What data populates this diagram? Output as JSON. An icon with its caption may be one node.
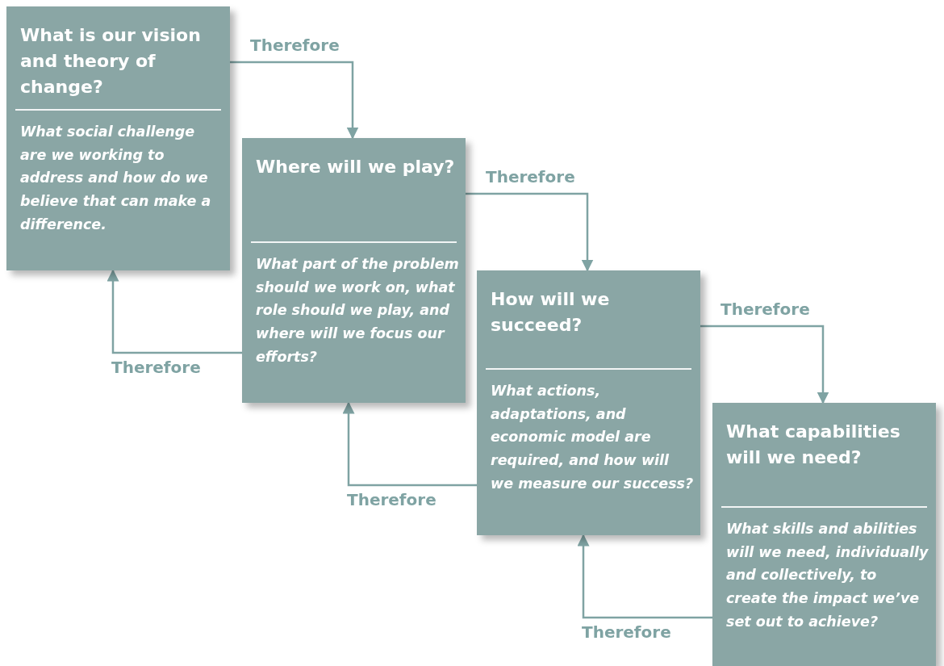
{
  "diagram": {
    "nodes": [
      {
        "text": [
          "What is our vision and theory of change?",
          "What social challenge are we working to address and how do we believe that can make a difference."
        ]
      },
      {
        "text": [
          "Where will we play?",
          "What part of the problem should we work on, what role should we play, and where will we focus our efforts?"
        ]
      },
      {
        "text": [
          "How will we succeed?",
          "What actions, adaptations, and economic model are required, and how will we measure our success?"
        ]
      },
      {
        "text": [
          "What capabilities will we need?",
          "What skills and abilities will we need, individually and collectively, to create the impact we’ve set out to achieve?"
        ]
      }
    ],
    "edges": [
      {
        "from": 0,
        "to": 1,
        "arrow": "to",
        "label": "Therefore"
      },
      {
        "from": 1,
        "to": 2,
        "arrow": "to",
        "label": "Therefore"
      },
      {
        "from": 2,
        "to": 3,
        "arrow": "to",
        "label": "Therefore"
      },
      {
        "from": 1,
        "to": 0,
        "arrow": "to",
        "label": "Therefore"
      },
      {
        "from": 2,
        "to": 1,
        "arrow": "to",
        "label": "Therefore"
      },
      {
        "from": 3,
        "to": 2,
        "arrow": "to",
        "label": "Therefore"
      }
    ]
  }
}
